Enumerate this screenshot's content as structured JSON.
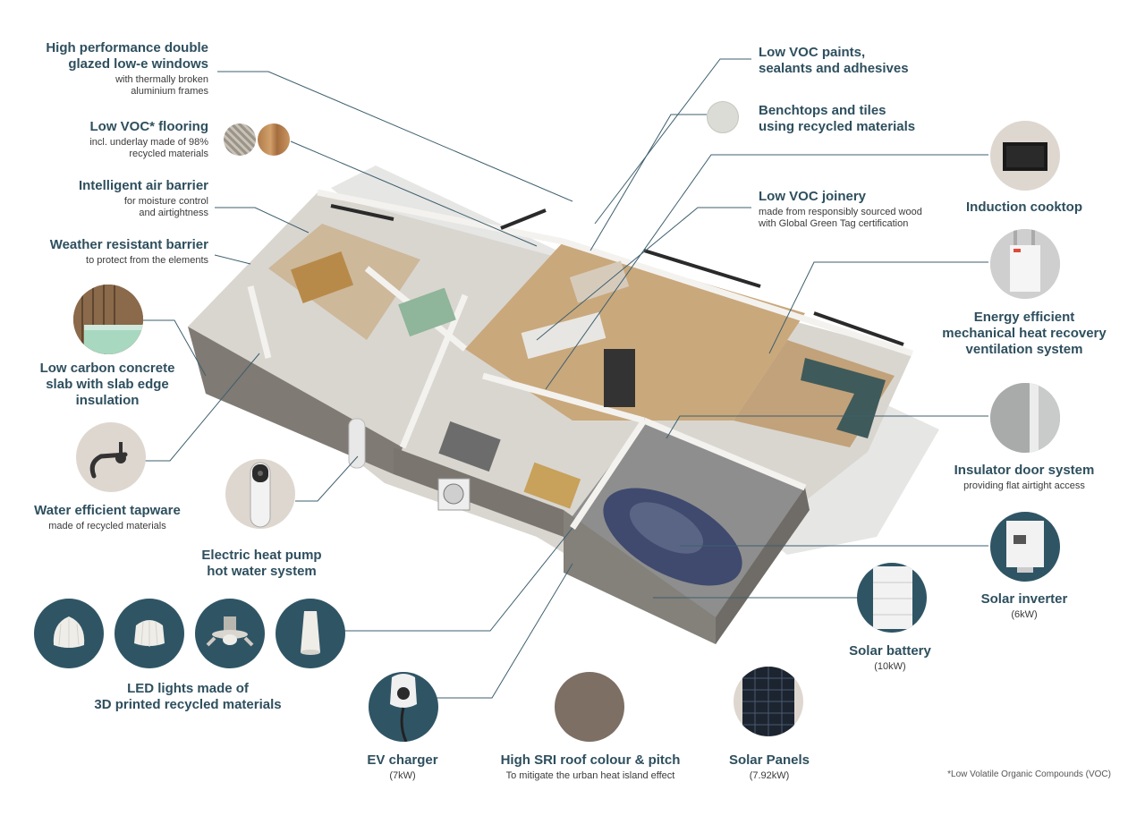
{
  "labels": {
    "windows": {
      "title1": "High performance double",
      "title2": "glazed low-e windows",
      "sub1": "with thermally broken",
      "sub2": "aluminium frames"
    },
    "flooring": {
      "title": "Low VOC* flooring",
      "sub1": "incl. underlay made of 98%",
      "sub2": "recycled materials"
    },
    "air_barrier": {
      "title": "Intelligent air barrier",
      "sub1": "for moisture control",
      "sub2": "and airtightness"
    },
    "weather_barrier": {
      "title": "Weather resistant barrier",
      "sub1": "to protect from the elements"
    },
    "concrete": {
      "title1": "Low carbon concrete",
      "title2": "slab with slab edge",
      "title3": "insulation"
    },
    "tapware": {
      "title": "Water efficient tapware",
      "sub1": "made of recycled materials"
    },
    "heat_pump": {
      "title1": "Electric heat pump",
      "title2": "hot water system"
    },
    "led": {
      "title1": "LED lights made of",
      "title2": "3D printed recycled materials"
    },
    "ev": {
      "title": "EV charger",
      "sub1": "(7kW)"
    },
    "roof": {
      "title": "High SRI roof colour & pitch",
      "sub1": "To mitigate the urban heat island effect"
    },
    "panels": {
      "title": "Solar Panels",
      "sub1": "(7.92kW)"
    },
    "battery": {
      "title": "Solar battery",
      "sub1": "(10kW)"
    },
    "inverter": {
      "title": "Solar inverter",
      "sub1": "(6kW)"
    },
    "door": {
      "title": "Insulator door system",
      "sub1": "providing flat airtight access"
    },
    "ventilation": {
      "title1": "Energy efficient",
      "title2": "mechanical heat recovery",
      "title3": "ventilation system"
    },
    "cooktop": {
      "title": "Induction cooktop"
    },
    "joinery": {
      "title": "Low VOC joinery",
      "sub1": "made from responsibly sourced wood",
      "sub2": "with Global Green Tag certification"
    },
    "benchtops": {
      "title1": "Benchtops and tiles",
      "title2": "using recycled materials"
    },
    "paints": {
      "title1": "Low VOC paints,",
      "title2": "sealants and adhesives"
    }
  },
  "footnote": "*Low Volatile Organic Compounds (VOC)",
  "colors": {
    "accent": "#2f5565",
    "light_circle": "#ded7cf",
    "text": "#2e4f5e",
    "line": "#3d5f6e",
    "roof": "#7d6f63"
  },
  "icons": [
    "flooring-swatch-icon",
    "concrete-icon",
    "tap-icon",
    "heat-pump-icon",
    "led-pendant-icon",
    "led-downlight-icon",
    "ev-charger-icon",
    "roof-colour-icon",
    "solar-panel-icon",
    "solar-battery-icon",
    "solar-inverter-icon",
    "door-system-icon",
    "ventilation-unit-icon",
    "cooktop-icon",
    "benchtop-swatch-icon"
  ]
}
